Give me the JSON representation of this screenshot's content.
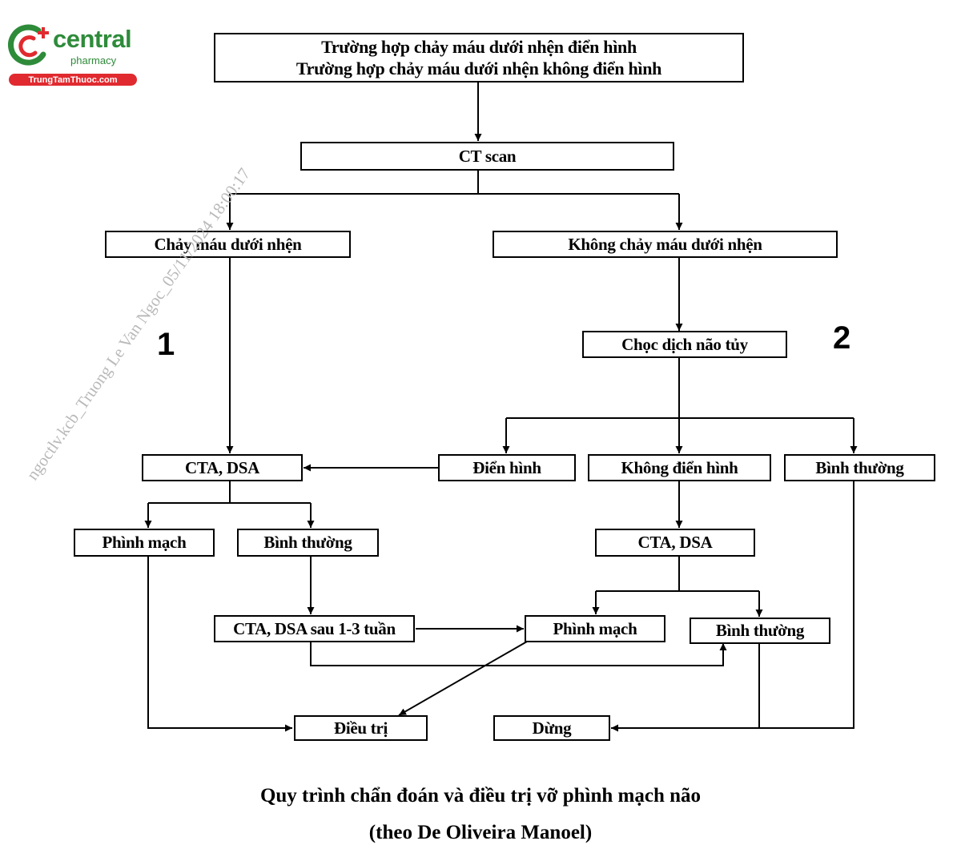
{
  "logo": {
    "name": "central",
    "sub": "pharmacy",
    "site": "TrungTamThuoc.com",
    "colors": {
      "green": "#2e8b3a",
      "red": "#e02a2f"
    }
  },
  "watermark": "ngoctlv.kcb_Truong Le Van Ngoc_05/11/2024 18:00:17",
  "nodes": {
    "start_line1": "Trường hợp chảy máu dưới nhện điển hình",
    "start_line2": "Trường hợp chảy máu dưới nhện không điển hình",
    "ct_scan": "CT scan",
    "sah": "Chảy máu dưới nhện",
    "no_sah": "Không chảy máu dưới nhện",
    "lumbar": "Chọc dịch não tủy",
    "cta_dsa_left": "CTA, DSA",
    "typical": "Điển hình",
    "atypical": "Không điển hình",
    "normal_right": "Bình thường",
    "aneurysm_left": "Phình mạch",
    "normal_left": "Bình thường",
    "cta_dsa_right": "CTA, DSA",
    "cta_dsa_later": "CTA, DSA sau 1-3 tuần",
    "aneurysm_mid": "Phình mạch",
    "normal_mid": "Bình thường",
    "treatment": "Điều trị",
    "stop": "Dừng"
  },
  "branch_numbers": {
    "left": "1",
    "right": "2"
  },
  "caption": {
    "line1": "Quy trình chẩn đoán và điều trị vỡ phình mạch não",
    "line2": "(theo De Oliveira Manoel)"
  }
}
